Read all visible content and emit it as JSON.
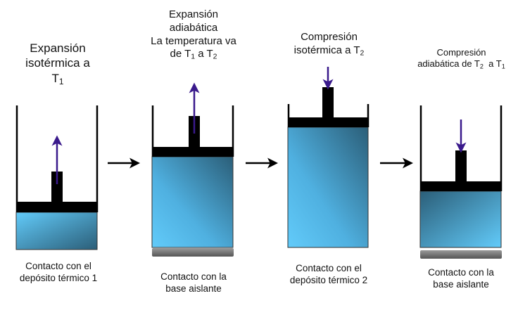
{
  "panels": [
    {
      "title": [
        "Expansión",
        "isotérmica a"
      ],
      "title_t": "T",
      "title_sub": "1",
      "caption": [
        "Contacto con el",
        "depósito térmico 1"
      ]
    },
    {
      "title": [
        "Expansión",
        "adiabática",
        "La temperatura va"
      ],
      "title_de": "de T",
      "sub1": "1",
      "mid": " a T",
      "sub2": "2",
      "caption": [
        "Contacto con la",
        "base aislante"
      ]
    },
    {
      "title": [
        "Compresión"
      ],
      "line2": "isotérmica a T",
      "sub": "2",
      "caption": [
        "Contacto con el",
        "depósito térmico 2"
      ]
    },
    {
      "title": [
        "Compresión"
      ],
      "line2a": "adiabática de T",
      "sub1": "2",
      "mid": "  a T",
      "sub2": "1",
      "caption": [
        "Contacto con la",
        "base aislante"
      ]
    }
  ],
  "colors": {
    "gas_light": "#62cbfa",
    "gas_dark": "#2b5e78",
    "arrow": "#3a1a8c",
    "piston": "#000000",
    "base": "#6e6e6e"
  }
}
